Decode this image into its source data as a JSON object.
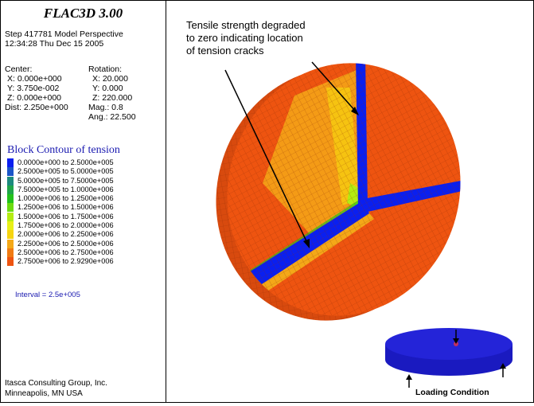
{
  "header": {
    "title": "FLAC3D 3.00",
    "step_line": "Step 417781  Model Perspective",
    "time_line": "12:34:28 Thu Dec 15 2005"
  },
  "view_params": {
    "center_label": "Center:",
    "center_x": "X: 0.000e+000",
    "center_y": "Y: 3.750e-002",
    "center_z": "Z: 0.000e+000",
    "dist": "Dist: 2.250e+000",
    "rotation_label": "Rotation:",
    "rot_x": "X:  20.000",
    "rot_y": "Y:   0.000",
    "rot_z": "Z: 220.000",
    "mag": "Mag.:      0.8",
    "ang": "Ang.:  22.500"
  },
  "legend": {
    "title": "Block Contour of tension",
    "rows": [
      {
        "range": "0.0000e+000 to  2.5000e+005",
        "color": "#0a1ff0"
      },
      {
        "range": "2.5000e+005 to  5.0000e+005",
        "color": "#1b55c8"
      },
      {
        "range": "5.0000e+005 to  7.5000e+005",
        "color": "#1c8a7e"
      },
      {
        "range": "7.5000e+005 to  1.0000e+006",
        "color": "#20a64a"
      },
      {
        "range": "1.0000e+006 to  1.2500e+006",
        "color": "#23c21c"
      },
      {
        "range": "1.2500e+006 to  1.5000e+006",
        "color": "#6bdc10"
      },
      {
        "range": "1.5000e+006 to  1.7500e+006",
        "color": "#b4ec12"
      },
      {
        "range": "1.7500e+006 to  2.0000e+006",
        "color": "#e8f018"
      },
      {
        "range": "2.0000e+006 to  2.2500e+006",
        "color": "#f6d410"
      },
      {
        "range": "2.2500e+006 to  2.5000e+006",
        "color": "#f4a818"
      },
      {
        "range": "2.5000e+006 to  2.7500e+006",
        "color": "#f07a12"
      },
      {
        "range": "2.7500e+006 to  2.9290e+006",
        "color": "#ee5410"
      }
    ],
    "interval": "Interval =  2.5e+005"
  },
  "footer": {
    "line1": "Itasca Consulting Group, Inc.",
    "line2": "Minneapolis, MN  USA"
  },
  "annotation": {
    "text": "Tensile strength degraded\nto zero indicating location\nof tension cracks"
  },
  "inset": {
    "label": "Loading Condition"
  },
  "colors": {
    "disk_main": "#ee5410",
    "disk_light": "#f4a818",
    "crack": "#0a1ff0",
    "mesh_line": "#8a2a05",
    "inset_blue": "#1f1fd0"
  }
}
